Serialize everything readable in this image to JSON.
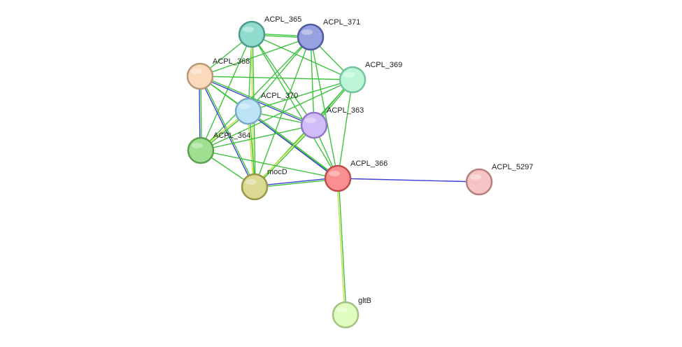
{
  "nodes": [
    {
      "id": "ACPL_365",
      "label": "ACPL_365",
      "color": "#8fdccf",
      "stroke": "#4f9a8d"
    },
    {
      "id": "ACPL_371",
      "label": "ACPL_371",
      "color": "#98a1df",
      "stroke": "#4d5a9e"
    },
    {
      "id": "ACPL_368",
      "label": "ACPL_368",
      "color": "#fbd9bd",
      "stroke": "#b89878"
    },
    {
      "id": "ACPL_369",
      "label": "ACPL_369",
      "color": "#bdf5d9",
      "stroke": "#72c59a"
    },
    {
      "id": "ACPL_370",
      "label": "ACPL_370",
      "color": "#bde3f7",
      "stroke": "#7aaac3"
    },
    {
      "id": "ACPL_363",
      "label": "ACPL_363",
      "color": "#d2bcf7",
      "stroke": "#8f78c6"
    },
    {
      "id": "ACPL_364",
      "label": "ACPL_364",
      "color": "#9edf90",
      "stroke": "#5ea152"
    },
    {
      "id": "mocD",
      "label": "mocD",
      "color": "#dcd993",
      "stroke": "#9a9649"
    },
    {
      "id": "ACPL_366",
      "label": "ACPL_366",
      "color": "#fa8f8f",
      "stroke": "#bf4b4b"
    },
    {
      "id": "ACPL_5297",
      "label": "ACPL_5297",
      "color": "#f6c4c4",
      "stroke": "#b87e7e"
    },
    {
      "id": "gltB",
      "label": "gltB",
      "color": "#e0fcbe",
      "stroke": "#a3c37e"
    }
  ],
  "edges": [
    {
      "source": "ACPL_365",
      "target": "ACPL_371",
      "evidence": [
        "green",
        "green"
      ]
    },
    {
      "source": "ACPL_365",
      "target": "ACPL_368",
      "evidence": [
        "green"
      ]
    },
    {
      "source": "ACPL_365",
      "target": "ACPL_369",
      "evidence": [
        "green"
      ]
    },
    {
      "source": "ACPL_365",
      "target": "ACPL_370",
      "evidence": [
        "green"
      ]
    },
    {
      "source": "ACPL_365",
      "target": "ACPL_363",
      "evidence": [
        "green"
      ]
    },
    {
      "source": "ACPL_365",
      "target": "ACPL_364",
      "evidence": [
        "green"
      ]
    },
    {
      "source": "ACPL_365",
      "target": "mocD",
      "evidence": [
        "green",
        "yellow"
      ]
    },
    {
      "source": "ACPL_365",
      "target": "ACPL_366",
      "evidence": [
        "green"
      ]
    },
    {
      "source": "ACPL_371",
      "target": "ACPL_368",
      "evidence": [
        "green"
      ]
    },
    {
      "source": "ACPL_371",
      "target": "ACPL_369",
      "evidence": [
        "green"
      ]
    },
    {
      "source": "ACPL_371",
      "target": "ACPL_370",
      "evidence": [
        "green"
      ]
    },
    {
      "source": "ACPL_371",
      "target": "ACPL_363",
      "evidence": [
        "green"
      ]
    },
    {
      "source": "ACPL_371",
      "target": "ACPL_364",
      "evidence": [
        "green"
      ]
    },
    {
      "source": "ACPL_371",
      "target": "mocD",
      "evidence": [
        "green"
      ]
    },
    {
      "source": "ACPL_371",
      "target": "ACPL_366",
      "evidence": [
        "green"
      ]
    },
    {
      "source": "ACPL_368",
      "target": "ACPL_369",
      "evidence": [
        "green"
      ]
    },
    {
      "source": "ACPL_368",
      "target": "ACPL_370",
      "evidence": [
        "green"
      ]
    },
    {
      "source": "ACPL_368",
      "target": "ACPL_363",
      "evidence": [
        "green",
        "blue"
      ]
    },
    {
      "source": "ACPL_368",
      "target": "ACPL_364",
      "evidence": [
        "green",
        "blue"
      ]
    },
    {
      "source": "ACPL_368",
      "target": "mocD",
      "evidence": [
        "green",
        "blue"
      ]
    },
    {
      "source": "ACPL_368",
      "target": "ACPL_366",
      "evidence": [
        "green"
      ]
    },
    {
      "source": "ACPL_369",
      "target": "ACPL_370",
      "evidence": [
        "green"
      ]
    },
    {
      "source": "ACPL_369",
      "target": "ACPL_363",
      "evidence": [
        "green",
        "green"
      ]
    },
    {
      "source": "ACPL_369",
      "target": "ACPL_364",
      "evidence": [
        "green"
      ]
    },
    {
      "source": "ACPL_369",
      "target": "mocD",
      "evidence": [
        "green"
      ]
    },
    {
      "source": "ACPL_369",
      "target": "ACPL_366",
      "evidence": [
        "green"
      ]
    },
    {
      "source": "ACPL_370",
      "target": "ACPL_363",
      "evidence": [
        "green"
      ]
    },
    {
      "source": "ACPL_370",
      "target": "ACPL_364",
      "evidence": [
        "green",
        "yellow"
      ]
    },
    {
      "source": "ACPL_370",
      "target": "mocD",
      "evidence": [
        "green",
        "yellow"
      ]
    },
    {
      "source": "ACPL_370",
      "target": "ACPL_366",
      "evidence": [
        "green",
        "blue"
      ]
    },
    {
      "source": "ACPL_363",
      "target": "ACPL_364",
      "evidence": [
        "green"
      ]
    },
    {
      "source": "ACPL_363",
      "target": "mocD",
      "evidence": [
        "green",
        "yellow"
      ]
    },
    {
      "source": "ACPL_363",
      "target": "ACPL_366",
      "evidence": [
        "green"
      ]
    },
    {
      "source": "ACPL_364",
      "target": "mocD",
      "evidence": [
        "green"
      ]
    },
    {
      "source": "ACPL_364",
      "target": "ACPL_366",
      "evidence": [
        "green"
      ]
    },
    {
      "source": "mocD",
      "target": "ACPL_366",
      "evidence": [
        "blue",
        "green"
      ]
    },
    {
      "source": "ACPL_366",
      "target": "ACPL_5297",
      "evidence": [
        "blue"
      ]
    },
    {
      "source": "ACPL_366",
      "target": "gltB",
      "evidence": [
        "green",
        "yellow"
      ]
    }
  ],
  "evidence_colors": {
    "green": "#3cc23c",
    "blue": "#3f3fd6",
    "yellow": "#c9df3a"
  }
}
